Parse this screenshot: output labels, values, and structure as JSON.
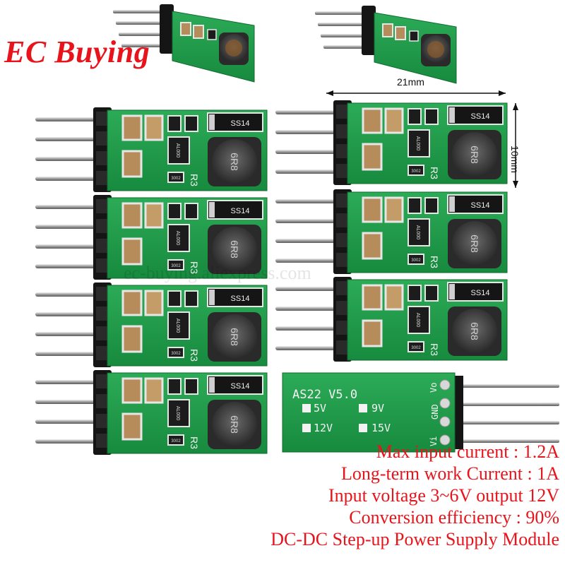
{
  "brand": {
    "name": "EC Buying",
    "color": "#e8141b"
  },
  "watermark": "ec-buying.aliexpress.com",
  "dimensions": {
    "length": "21mm",
    "width": "10mm"
  },
  "pcb": {
    "silkscreen_title": "AS22  V5.0",
    "voltage_options": [
      "5V",
      "9V",
      "12V",
      "15V"
    ],
    "pin_labels": [
      "Vo",
      "GND",
      "Vi"
    ],
    "component_labels": {
      "diode": "SS14",
      "inductor": "6R8",
      "resistor": "R3",
      "ic": "AL000",
      "resistor_code": "3002"
    },
    "board_color": "#1f9a4a"
  },
  "specs": [
    "Max input current : 1.2A",
    "Long-term work Current : 1A",
    "Input voltage 3~6V output 12V",
    "Conversion efficiency : 90%",
    "DC-DC Step-up Power Supply Module"
  ]
}
